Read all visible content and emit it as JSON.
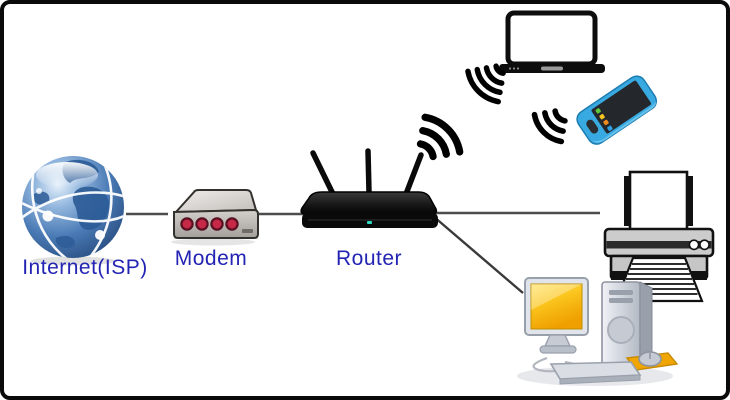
{
  "diagram": {
    "labels": {
      "internet": "Internet(ISP)",
      "modem": "Modem",
      "router": "Router"
    },
    "nodes": [
      {
        "id": "internet",
        "label": "Internet(ISP)",
        "icon": "globe-icon"
      },
      {
        "id": "modem",
        "label": "Modem",
        "icon": "modem-icon"
      },
      {
        "id": "router",
        "label": "Router",
        "icon": "router-icon"
      },
      {
        "id": "laptop",
        "label": "",
        "icon": "laptop-icon",
        "connection": "wireless"
      },
      {
        "id": "smartphone",
        "label": "",
        "icon": "smartphone-icon",
        "connection": "wireless"
      },
      {
        "id": "printer",
        "label": "",
        "icon": "printer-icon",
        "connection": "wired"
      },
      {
        "id": "desktop-computer",
        "label": "",
        "icon": "desktop-computer-icon",
        "connection": "wired"
      }
    ],
    "connections": [
      {
        "from": "internet",
        "to": "modem",
        "type": "wired"
      },
      {
        "from": "modem",
        "to": "router",
        "type": "wired"
      },
      {
        "from": "router",
        "to": "printer",
        "type": "wired"
      },
      {
        "from": "router",
        "to": "desktop-computer",
        "type": "wired"
      },
      {
        "from": "router",
        "to": "laptop",
        "type": "wireless"
      },
      {
        "from": "router",
        "to": "smartphone",
        "type": "wireless"
      }
    ],
    "colors": {
      "background": "#ffffff",
      "border": "#0a0a0a",
      "label_text": "#2323b4",
      "wired_link": "#4d4d4d",
      "wifi_symbol": "#000000",
      "modem_lights": "#c62847",
      "phone_body": "#38aae1",
      "desktop_screen_yellow": "#f6b800",
      "mousepad_yellow": "#f0a500",
      "globe_blue": "#3f6fae"
    }
  }
}
